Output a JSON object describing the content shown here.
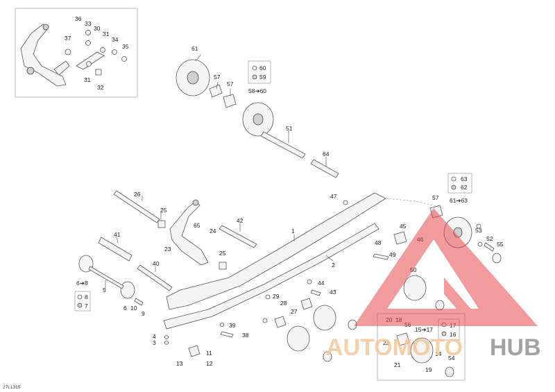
{
  "figure_code": "27L1315",
  "watermark": {
    "left": "AUTOMOTO",
    "right": "HUB",
    "accent_color": "#e8484c",
    "left_color": "#f3c79a",
    "right_color": "#9a9a9a"
  },
  "callouts": {
    "c36": "36",
    "c33": "33",
    "c30": "30",
    "c31a": "31",
    "c34": "34",
    "c35": "35",
    "c37": "37",
    "c31b": "31",
    "c32": "32",
    "c61": "61",
    "c57a": "57",
    "c57b": "57",
    "c60": "60",
    "c59": "59",
    "c58_60": "58➔60",
    "c51": "51",
    "c64": "64",
    "c63": "63",
    "c62": "62",
    "c57c": "57",
    "c61_63": "61➔63",
    "c47": "47",
    "c26": "26",
    "c25a": "25",
    "c42": "42",
    "c65": "65",
    "c24": "24",
    "c1": "1",
    "c45": "45",
    "c46": "46",
    "c53": "53",
    "c52": "52",
    "c55": "55",
    "c48": "48",
    "c49": "49",
    "c41": "41",
    "c23": "23",
    "c25b": "25",
    "c40": "40",
    "c2": "2",
    "c50": "50",
    "c6_8a": "6➔8",
    "c5": "5",
    "c8": "8",
    "c7": "7",
    "c6": "6",
    "c10": "10",
    "c9": "9",
    "c44": "44",
    "c43": "43",
    "c29": "29",
    "c28": "28",
    "c27": "27",
    "c20": "20",
    "c18": "18",
    "c56": "56",
    "c15_17": "15➔17",
    "c17": "17",
    "c16": "16",
    "c22": "22",
    "c39": "39",
    "c38": "38",
    "c4": "4",
    "c3": "3",
    "c11": "11",
    "c13": "13",
    "c12": "12",
    "c21": "21",
    "c14": "14",
    "c54": "54",
    "c19": "19"
  }
}
